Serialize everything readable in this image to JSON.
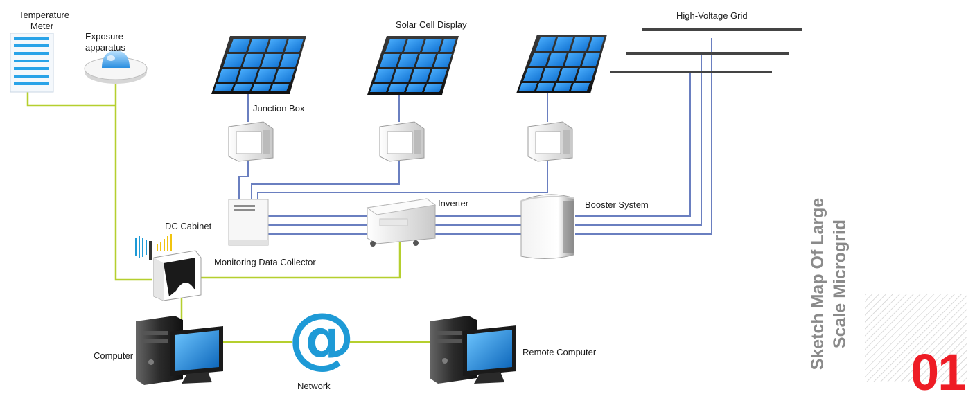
{
  "labels": {
    "temperature_meter_line1": "Temperature",
    "temperature_meter_line2": "Meter",
    "exposure_line1": "Exposure",
    "exposure_line2": "apparatus",
    "solar_cell_display": "Solar Cell Display",
    "high_voltage_grid": "High-Voltage Grid",
    "junction_box": "Junction Box",
    "inverter": "Inverter",
    "booster_system": "Booster System",
    "dc_cabinet": "DC Cabinet",
    "monitoring_data_collector": "Monitoring Data Collector",
    "computer": "Computer",
    "network": "Network",
    "remote_computer": "Remote Computer"
  },
  "side_title": {
    "line1": "Sketch Map Of Large",
    "line2": "Scale Microgrid",
    "number": "01"
  },
  "colors": {
    "power_line": "#6a7fc0",
    "data_line": "#b5cf2e",
    "grid_bar": "#444444",
    "panel_blue": "#1e90e8",
    "network_icon": "#1e9ad6",
    "title_gray": "#8a8a8a",
    "number_red": "#ee1c25"
  },
  "icons": {
    "panel": "solar-panel-icon",
    "junction": "junction-box-icon",
    "network": "at-sign-icon",
    "computer": "desktop-computer-icon"
  }
}
